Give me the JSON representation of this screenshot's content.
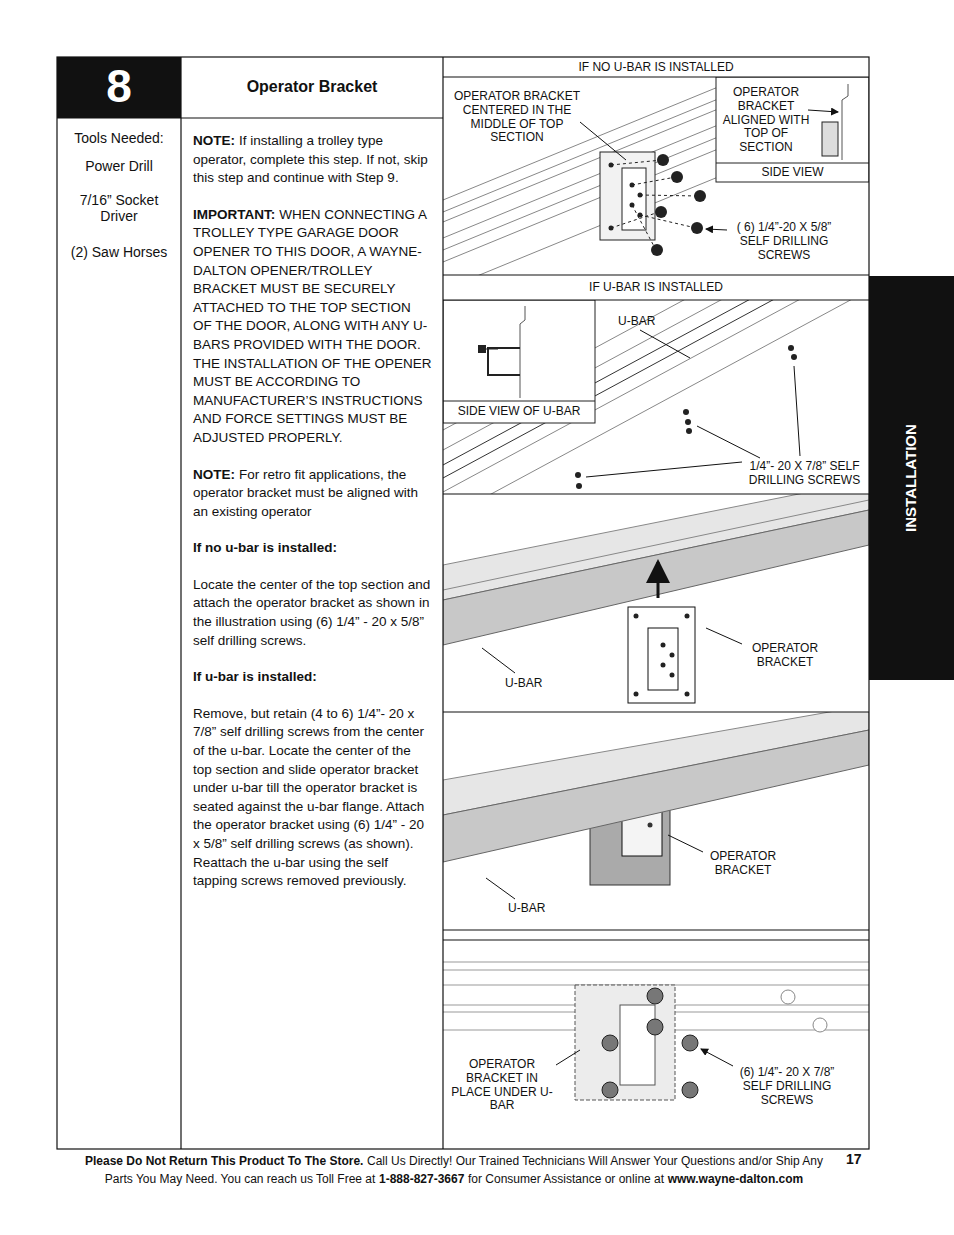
{
  "diagram": {
    "title": "Operator Bracket",
    "nodes": [
      {
        "text": [
          "8"
        ]
      },
      {
        "text": [
          "Tools Needed:",
          "Power Drill",
          "7/16” Socket Driver",
          "(2) Saw Horses"
        ]
      },
      {
        "text": [
          "NOTE:",
          "If installing a trolley type operator, complete this step. If not, skip this step and continue with Step 9.",
          "IMPORTANT:",
          "WHEN CONNECTING A TROLLEY TYPE GARAGE DOOR OPENER TO THIS DOOR, A WAYNE-DALTON OPENER/TROLLEY BRACKET MUST BE SECURELY ATTACHED TO THE TOP SECTION OF THE DOOR, ALONG WITH ANY U-BARS PROVIDED WITH THE DOOR. THE INSTALLATION OF THE OPENER MUST BE ACCORDING TO MANUFACTURER’S INSTRUCTIONS AND FORCE SETTINGS MUST BE ADJUSTED PROPERLY.",
          "NOTE:",
          "For retro fit applications, the operator bracket must be aligned with an existing operator",
          "If no u-bar is installed:",
          "Locate the center of the top section and attach the operator bracket as shown in the illustration using (6) 1/4” - 20 x 5/8” self drilling screws.",
          "If u-bar is installed:",
          "Remove, but retain (4 to 6) 1/4”- 20 x 7/8” self drilling screws from the center of the u-bar. Locate the center of the top section and slide operator bracket under u-bar till the operator bracket is seated against the u-bar flange. Attach the operator bracket using (6) 1/4” - 20 x 5/8” self drilling screws (as shown). Reattach the u-bar using the self tapping screws removed previously."
        ]
      },
      {
        "text": [
          "IF NO U-BAR IS INSTALLED",
          "OPERATOR BRACKET CENTERED IN THE MIDDLE OF TOP SECTION",
          "( 6) 1/4”-20 X 5/8” SELF DRILLING SCREWS"
        ]
      },
      {
        "text": [
          "OPERATOR BRACKET ALIGNED WITH TOP OF SECTION",
          "SIDE VIEW"
        ],
        "in": 3
      },
      {
        "text": [
          "IF U-BAR IS INSTALLED",
          "U-BAR",
          "1/4”- 20 X 7/8” SELF DRILLING SCREWS"
        ]
      },
      {
        "text": [
          "SIDE VIEW OF U-BAR"
        ],
        "in": 5
      },
      {
        "text": [
          "U-BAR",
          "OPERATOR BRACKET"
        ]
      },
      {
        "text": [
          "OPERATOR BRACKET",
          "U-BAR"
        ]
      },
      {
        "text": [
          "OPERATOR BRACKET IN PLACE UNDER U-BAR",
          "(6) 1/4”- 20 X 7/8” SELF DRILLING SCREWS"
        ]
      },
      {
        "text": [
          "INSTALLATION"
        ]
      }
    ],
    "labels": [
      "Please Do Not Return This Product To The Store.",
      "Call Us Directly! Our Trained Technicians Will Answer Your Questions and/or Ship Any Parts You May Need. You can reach us Toll Free at",
      "1-888-827-3667",
      "for Consumer Assistance or online at",
      "www.wayne-dalton.com",
      "17"
    ]
  }
}
